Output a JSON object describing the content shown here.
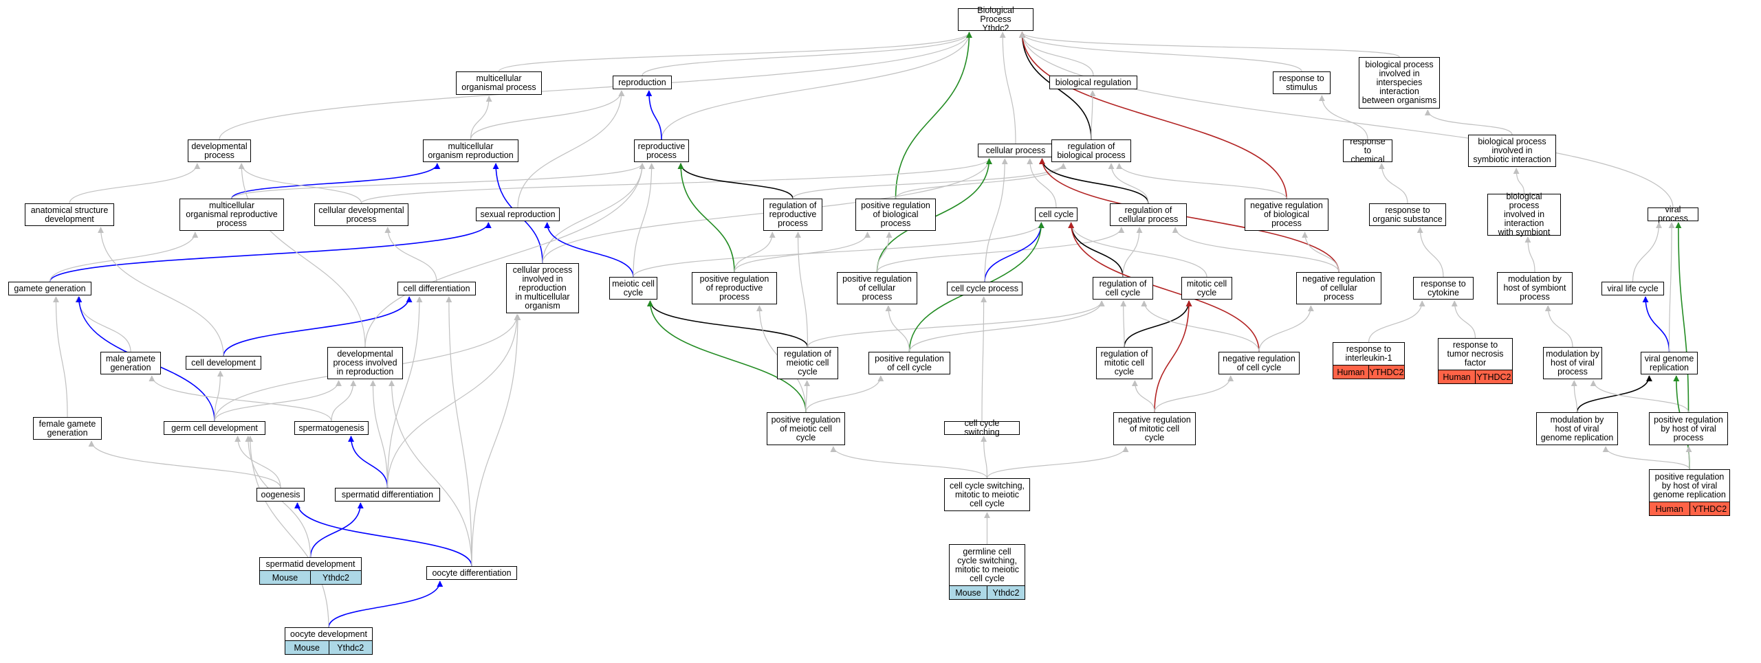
{
  "colors": {
    "default_edge": "#c0c0c0",
    "is_a_edge": "#000000",
    "part_of_edge": "#0000ff",
    "positive_edge": "#228b22",
    "negative_edge": "#b22222",
    "mouse_tag": "#add8e6",
    "human_tag": "#ff6347"
  },
  "nodes": {
    "root": "Biological Process\nYthdc2",
    "multicellular_organismal_process": "multicellular\norganismal process",
    "reproduction": "reproduction",
    "biological_regulation": "biological regulation",
    "response_to_stimulus": "response to\nstimulus",
    "interspecies_interaction": "biological process\ninvolved in\ninterspecies\ninteraction\nbetween organisms",
    "developmental_process": "developmental\nprocess",
    "multicellular_organism_reproduction": "multicellular\norganism reproduction",
    "reproductive_process": "reproductive\nprocess",
    "cellular_process": "cellular process",
    "regulation_of_biological_process": "regulation of\nbiological process",
    "response_to_chemical": "response to\nchemical",
    "symbiotic_interaction": "biological process\ninvolved in\nsymbiotic interaction",
    "anatomical_structure_development": "anatomical structure\ndevelopment",
    "multicellular_organismal_reproductive_process": "multicellular\norganismal reproductive\nprocess",
    "cellular_developmental_process": "cellular developmental\nprocess",
    "sexual_reproduction": "sexual reproduction",
    "regulation_of_reproductive_process": "regulation of\nreproductive\nprocess",
    "positive_regulation_of_biological_process": "positive regulation\nof biological\nprocess",
    "cell_cycle": "cell cycle",
    "regulation_of_cellular_process": "regulation of\ncellular process",
    "negative_regulation_of_biological_process": "negative regulation\nof biological\nprocess",
    "response_to_organic_substance": "response to\norganic substance",
    "interaction_with_symbiont": "biological process\ninvolved in\ninteraction\nwith symbiont",
    "viral_process": "viral process",
    "gamete_generation": "gamete generation",
    "cell_differentiation": "cell differentiation",
    "cellular_process_in_reproduction": "cellular process\ninvolved in\nreproduction\nin multicellular\norganism",
    "meiotic_cell_cycle": "meiotic cell\ncycle",
    "positive_regulation_of_reproductive_process": "positive regulation\nof reproductive\nprocess",
    "positive_regulation_of_cellular_process": "positive regulation\nof cellular\nprocess",
    "cell_cycle_process": "cell cycle process",
    "regulation_of_cell_cycle": "regulation of\ncell cycle",
    "mitotic_cell_cycle": "mitotic cell\ncycle",
    "negative_regulation_of_cellular_process": "negative regulation\nof cellular\nprocess",
    "response_to_cytokine": "response to\ncytokine",
    "modulation_by_host_of_symbiont_process": "modulation by\nhost of symbiont\nprocess",
    "viral_life_cycle": "viral life cycle",
    "male_gamete_generation": "male gamete\ngeneration",
    "cell_development": "cell development",
    "developmental_process_in_reproduction": "developmental\nprocess involved\nin reproduction",
    "regulation_of_meiotic_cell_cycle": "regulation of\nmeiotic cell\ncycle",
    "positive_regulation_of_cell_cycle": "positive regulation\nof cell cycle",
    "regulation_of_mitotic_cell_cycle": "regulation of\nmitotic cell\ncycle",
    "negative_regulation_of_cell_cycle": "negative regulation\nof cell cycle",
    "response_to_interleukin_1": "response to\ninterleukin-1",
    "response_to_tnf": "response to\ntumor necrosis\nfactor",
    "modulation_by_host_of_viral_process": "modulation by\nhost of viral\nprocess",
    "viral_genome_replication": "viral genome\nreplication",
    "female_gamete_generation": "female gamete\ngeneration",
    "germ_cell_development": "germ cell development",
    "spermatogenesis": "spermatogenesis",
    "positive_regulation_of_meiotic_cell_cycle": "positive regulation\nof meiotic cell\ncycle",
    "cell_cycle_switching": "cell cycle switching",
    "negative_regulation_of_mitotic_cell_cycle": "negative regulation\nof mitotic cell\ncycle",
    "modulation_by_host_of_viral_genome_replication": "modulation by\nhost of viral\ngenome replication",
    "positive_regulation_by_host_of_viral_process": "positive regulation\nby host of viral\nprocess",
    "oogenesis": "oogenesis",
    "spermatid_differentiation": "spermatid differentiation",
    "cell_cycle_switching_mitotic_to_meiotic": "cell cycle switching,\nmitotic to meiotic\ncell cycle",
    "positive_regulation_by_host_of_viral_genome_replication": "positive regulation\nby host of viral\ngenome replication",
    "spermatid_development": "spermatid development",
    "oocyte_differentiation": "oocyte differentiation",
    "germline_cell_cycle_switching": "germline cell\ncycle switching,\nmitotic to meiotic\ncell cycle",
    "oocyte_development": "oocyte development"
  },
  "annotations": {
    "spermatid_development": [
      "Mouse",
      "Ythdc2"
    ],
    "germline_cell_cycle_switching": [
      "Mouse",
      "Ythdc2"
    ],
    "oocyte_development": [
      "Mouse",
      "Ythdc2"
    ],
    "response_to_interleukin_1": [
      "Human",
      "YTHDC2"
    ],
    "response_to_tnf": [
      "Human",
      "YTHDC2"
    ],
    "positive_regulation_by_host_of_viral_genome_replication": [
      "Human",
      "YTHDC2"
    ]
  }
}
